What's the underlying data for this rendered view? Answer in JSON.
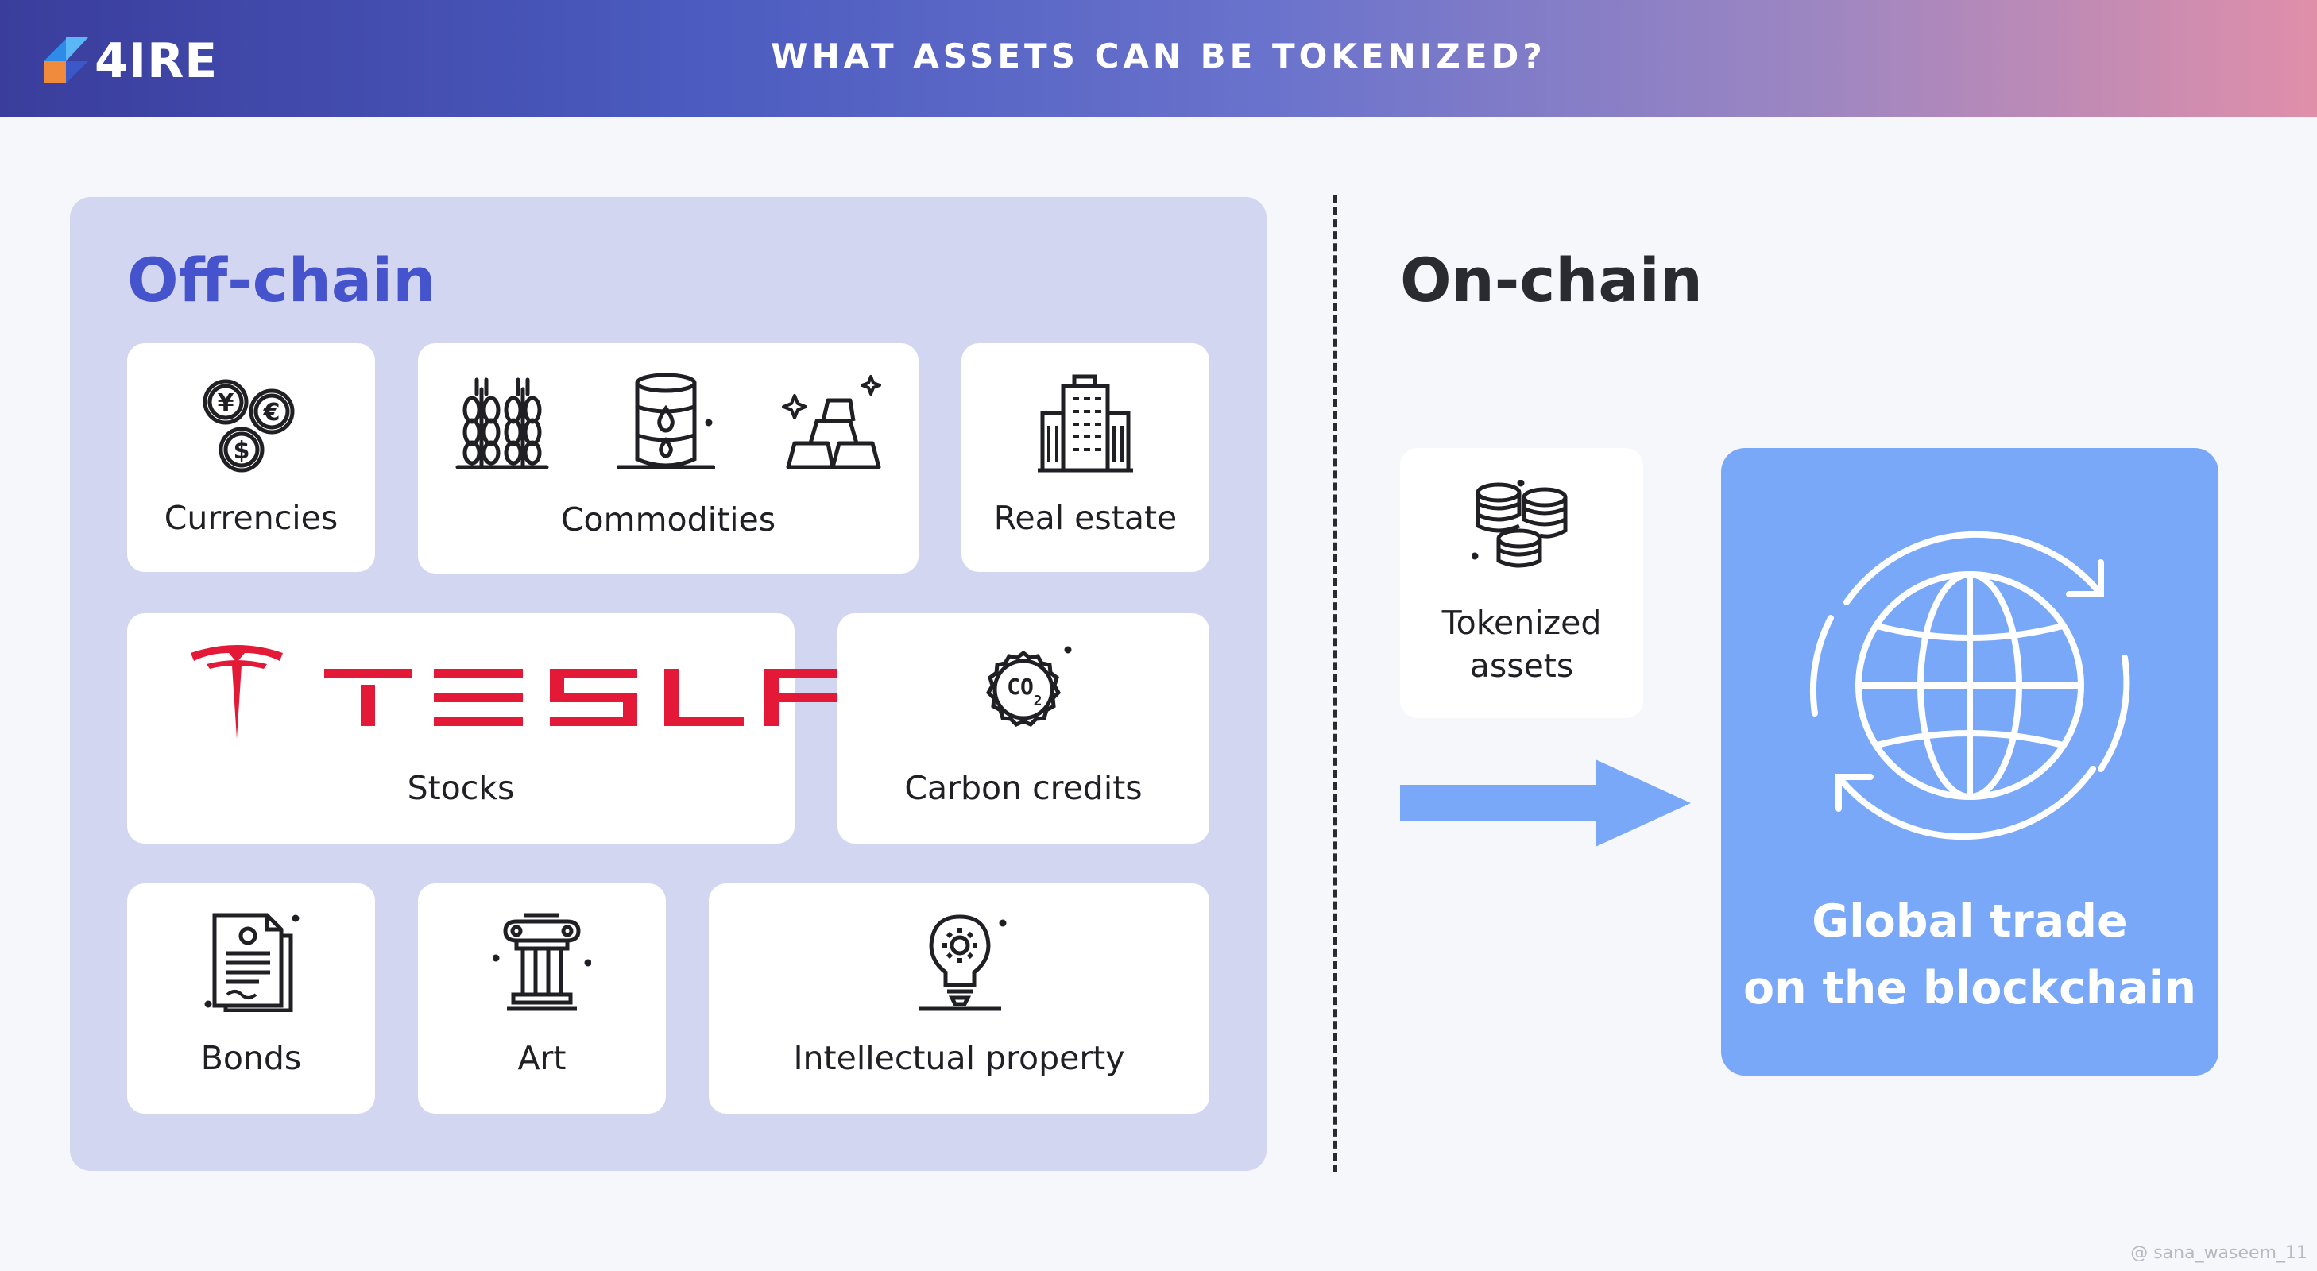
{
  "header": {
    "brand": "4IRE",
    "title": "WHAT ASSETS CAN BE TOKENIZED?"
  },
  "offchain": {
    "title": "Off-chain",
    "cards": {
      "currencies": "Currencies",
      "commodities": "Commodities",
      "real_estate": "Real estate",
      "stocks": "Stocks",
      "stocks_logo": "TESLA",
      "carbon": "Carbon credits",
      "bonds": "Bonds",
      "art": "Art",
      "ip": "Intellectual property"
    }
  },
  "onchain": {
    "title": "On-chain",
    "tokenized_line1": "Tokenized",
    "tokenized_line2": "assets",
    "global_line1": "Global trade",
    "global_line2": "on the blockchain"
  },
  "icons": {
    "currency": "currency-coins-icon",
    "wheat": "wheat-icon",
    "oil": "oil-barrel-icon",
    "gold": "gold-bars-icon",
    "building": "building-icon",
    "co2": "co2-icon",
    "bond": "bond-document-icon",
    "art": "column-icon",
    "ip": "lightbulb-gear-icon",
    "coins": "coin-stack-icon",
    "globe": "globe-sync-icon",
    "arrow": "right-arrow-icon"
  },
  "colors": {
    "header_start": "#3a3d9c",
    "header_end": "#e08fa9",
    "panel": "#d3d6f1",
    "offchain_title": "#4553cc",
    "accent_blue": "#78a8f7",
    "tesla_red": "#e31937"
  },
  "watermark": "@ sana_waseem_11"
}
